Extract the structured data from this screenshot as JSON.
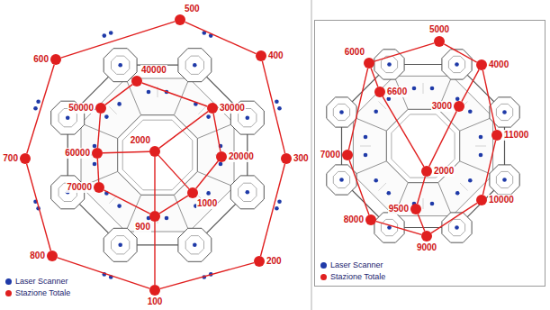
{
  "diagram": {
    "nodes": [
      {
        "text": [
          "500"
        ]
      },
      {
        "text": [
          "600"
        ]
      },
      {
        "text": [
          "400"
        ]
      },
      {
        "text": [
          "40000"
        ]
      },
      {
        "text": [
          "30000"
        ]
      },
      {
        "text": [
          "50000"
        ]
      },
      {
        "text": [
          "2000"
        ]
      },
      {
        "text": [
          "20000"
        ]
      },
      {
        "text": [
          "700"
        ]
      },
      {
        "text": [
          "60000"
        ]
      },
      {
        "text": [
          "300"
        ]
      },
      {
        "text": [
          "1000"
        ]
      },
      {
        "text": [
          "70000"
        ]
      },
      {
        "text": [
          "900"
        ]
      },
      {
        "text": [
          "800"
        ]
      },
      {
        "text": [
          "200"
        ]
      },
      {
        "text": [
          "100"
        ]
      },
      {
        "text": [
          "5000"
        ]
      },
      {
        "text": [
          "6000"
        ]
      },
      {
        "text": [
          "4000"
        ]
      },
      {
        "text": [
          "6600"
        ]
      },
      {
        "text": [
          "3000"
        ]
      },
      {
        "text": [
          "7000"
        ]
      },
      {
        "text": [
          "2000"
        ]
      },
      {
        "text": [
          "11000"
        ]
      },
      {
        "text": [
          "9500"
        ]
      },
      {
        "text": [
          "8000"
        ]
      },
      {
        "text": [
          "10000"
        ]
      },
      {
        "text": [
          "9000"
        ]
      }
    ],
    "edges": [
      {
        "from": 16,
        "to": 15,
        "arrow": "none"
      },
      {
        "from": 15,
        "to": 10,
        "arrow": "none"
      },
      {
        "from": 10,
        "to": 2,
        "arrow": "none"
      },
      {
        "from": 2,
        "to": 0,
        "arrow": "none"
      },
      {
        "from": 0,
        "to": 1,
        "arrow": "none"
      },
      {
        "from": 1,
        "to": 8,
        "arrow": "none"
      },
      {
        "from": 8,
        "to": 14,
        "arrow": "none"
      },
      {
        "from": 14,
        "to": 16,
        "arrow": "none"
      },
      {
        "from": 16,
        "to": 13,
        "arrow": "none"
      },
      {
        "from": 13,
        "to": 11,
        "arrow": "none"
      },
      {
        "from": 11,
        "to": 7,
        "arrow": "none"
      },
      {
        "from": 7,
        "to": 4,
        "arrow": "none"
      },
      {
        "from": 4,
        "to": 3,
        "arrow": "none"
      },
      {
        "from": 3,
        "to": 5,
        "arrow": "none"
      },
      {
        "from": 5,
        "to": 9,
        "arrow": "none"
      },
      {
        "from": 9,
        "to": 12,
        "arrow": "none"
      },
      {
        "from": 12,
        "to": 13,
        "arrow": "none"
      },
      {
        "from": 6,
        "to": 9,
        "arrow": "none"
      },
      {
        "from": 6,
        "to": 4,
        "arrow": "none"
      },
      {
        "from": 6,
        "to": 11,
        "arrow": "none"
      },
      {
        "from": 6,
        "to": 13,
        "arrow": "none"
      },
      {
        "from": 18,
        "to": 17,
        "arrow": "none"
      },
      {
        "from": 17,
        "to": 19,
        "arrow": "none"
      },
      {
        "from": 19,
        "to": 24,
        "arrow": "none"
      },
      {
        "from": 24,
        "to": 27,
        "arrow": "none"
      },
      {
        "from": 27,
        "to": 28,
        "arrow": "none"
      },
      {
        "from": 28,
        "to": 26,
        "arrow": "none"
      },
      {
        "from": 26,
        "to": 22,
        "arrow": "none"
      },
      {
        "from": 22,
        "to": 18,
        "arrow": "none"
      },
      {
        "from": 23,
        "to": 20,
        "arrow": "none"
      },
      {
        "from": 23,
        "to": 21,
        "arrow": "none"
      },
      {
        "from": 23,
        "to": 25,
        "arrow": "none"
      },
      {
        "from": 20,
        "to": 18,
        "arrow": "none"
      },
      {
        "from": 21,
        "to": 19,
        "arrow": "none"
      },
      {
        "from": 25,
        "to": 28,
        "arrow": "none"
      }
    ],
    "legend": [
      {
        "text": "Laser Scanner",
        "color": "#1f3aa8"
      },
      {
        "text": "Stazione Totale",
        "color": "#e01f1f"
      },
      {
        "text": "Laser Scanner",
        "color": "#1f3aa8"
      },
      {
        "text": "Stazione Totale",
        "color": "#e01f1f"
      }
    ]
  }
}
